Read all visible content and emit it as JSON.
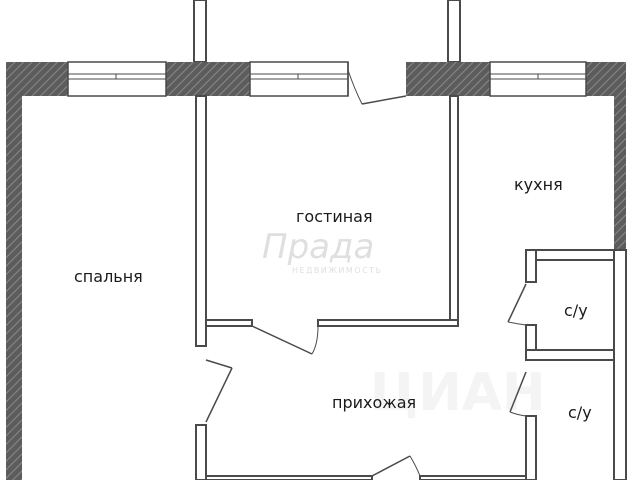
{
  "rooms": {
    "bedroom": "спальня",
    "living": "гостиная",
    "kitchen": "кухня",
    "bath1": "с/у",
    "bath2": "с/у",
    "hall": "прихожая"
  },
  "watermark": {
    "logo": "Прада",
    "tagline": "НЕДВИЖИМОСТЬ",
    "brand": "ЦИАН"
  },
  "colors": {
    "wall_dark": "#585858",
    "wall_hatch": "#8a8a8a",
    "thin_wall": "#4a4a4a",
    "window": "#cfcfcf"
  }
}
